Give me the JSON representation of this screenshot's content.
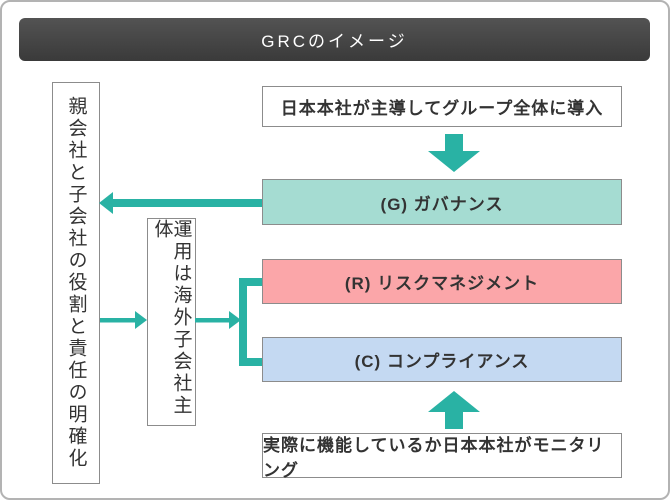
{
  "page": {
    "title": "GRCのイメージ"
  },
  "colors": {
    "teal_arrow": "#29b2a4",
    "governance_bg": "#a5dcd2",
    "risk_bg": "#fba6a9",
    "compliance_bg": "#c4d9f2",
    "title_bar_bg": "#3f3f3f",
    "box_border": "#8c8c8c",
    "text": "#333333"
  },
  "boxes": {
    "left_note": "親会社と子会社の役割と責任の明確化",
    "middle_note": "運用は海外子会社主体",
    "top_note": "日本本社が主導してグループ全体に導入",
    "governance": "(G) ガバナンス",
    "risk": "(R) リスクマネジメント",
    "compliance": "(C) コンプライアンス",
    "bottom_note": "実際に機能しているか日本本社がモニタリング"
  },
  "connections": [
    {
      "from": "top_note",
      "to": "governance",
      "icon": "arrow-down-icon"
    },
    {
      "from": "governance",
      "to": "left_note",
      "icon": "arrow-left-icon"
    },
    {
      "from": "left_note",
      "to": "middle_note",
      "icon": "arrow-right-icon"
    },
    {
      "from": "middle_note",
      "to": "risk-and-compliance-bracket",
      "icon": "arrow-right-icon"
    },
    {
      "from": "bottom_note",
      "to": "compliance",
      "icon": "arrow-up-icon"
    }
  ]
}
